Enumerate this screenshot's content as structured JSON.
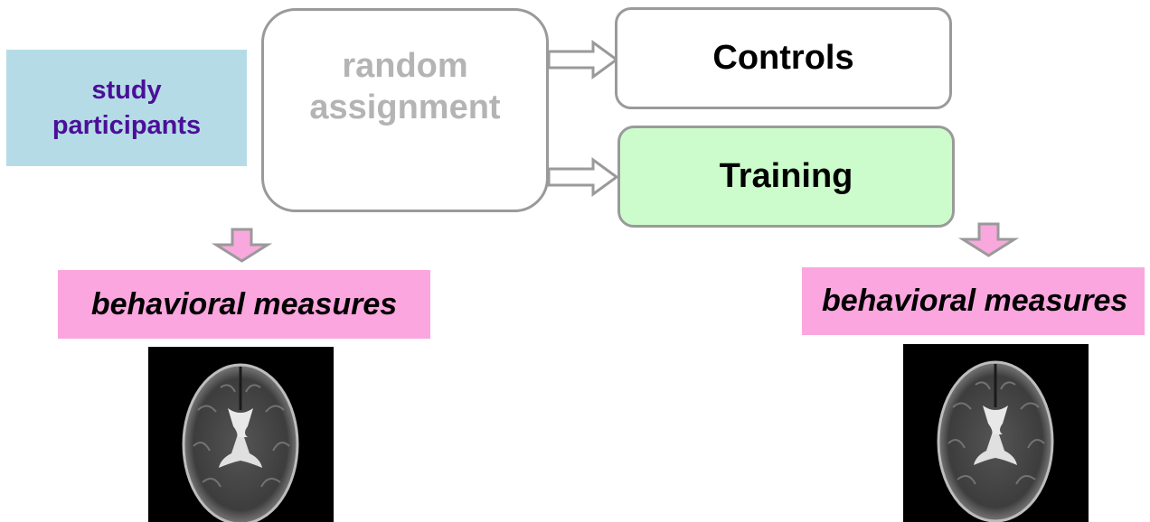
{
  "diagram": {
    "source": {
      "label": "study participants",
      "line1": "study",
      "line2": "participants",
      "fill": "#b5dce6",
      "text_color": "#4b0f99"
    },
    "assignment": {
      "label": "random assignment",
      "line1": "random",
      "line2": "assignment",
      "text_color": "#b4b4b4"
    },
    "groups": [
      {
        "label": "Controls",
        "fill": "#ffffff"
      },
      {
        "label": "Training",
        "fill": "#ccfccb"
      }
    ],
    "measures": [
      {
        "label": "behavioral measures",
        "phase": "pre",
        "fill": "#fba6df"
      },
      {
        "label": "behavioral measures",
        "phase": "post",
        "fill": "#fba6df"
      }
    ],
    "images": [
      {
        "label": "brain MRI axial slice",
        "phase": "pre"
      },
      {
        "label": "brain MRI axial slice",
        "phase": "post"
      }
    ],
    "colors": {
      "border": "#9a9a9a",
      "arrow_down_fill": "#f8a8dc"
    }
  }
}
